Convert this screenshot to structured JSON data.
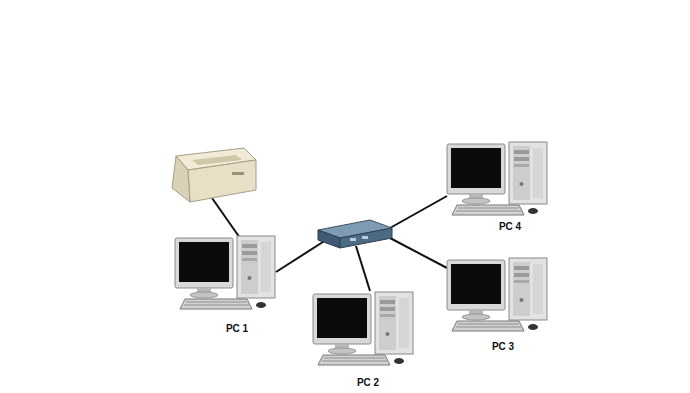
{
  "diagram": {
    "nodes": [
      {
        "text": [
          "PC 1"
        ]
      },
      {
        "text": [
          "PC 2"
        ]
      },
      {
        "text": [
          "PC 3"
        ]
      },
      {
        "text": [
          "PC 4"
        ]
      }
    ]
  }
}
